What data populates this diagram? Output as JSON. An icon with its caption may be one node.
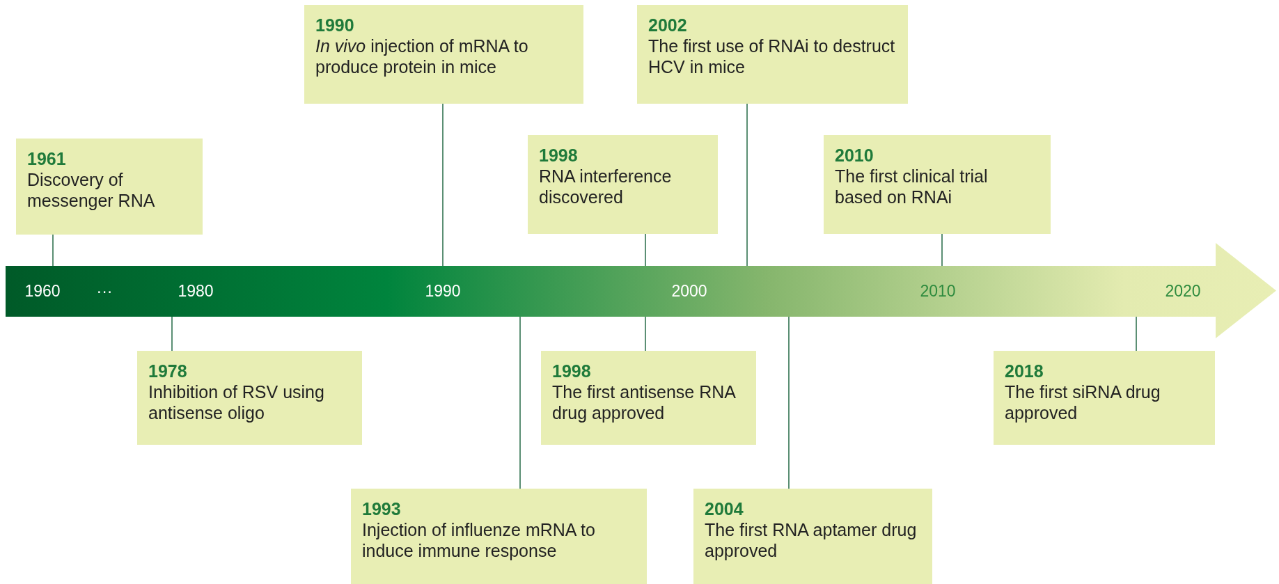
{
  "diagram": {
    "nodes": [
      {
        "text": [
          "1961",
          "Discovery of messenger RNA"
        ]
      },
      {
        "text": [
          "1990",
          "*In vivo* injection of mRNA to produce protein in mice"
        ]
      },
      {
        "text": [
          "1998",
          "RNA interference discovered"
        ]
      },
      {
        "text": [
          "2002",
          "The first use of RNAi to destruct HCV in mice"
        ]
      },
      {
        "text": [
          "2010",
          "The first clinical trial based on RNAi"
        ]
      },
      {
        "text": [],
        "shape": "arrow"
      },
      {
        "text": [
          "1978",
          "Inhibition of RSV using antisense oligo"
        ]
      },
      {
        "text": [
          "1998",
          "The first antisense RNA drug approved"
        ]
      },
      {
        "text": [
          "2018",
          "The first siRNA drug approved"
        ]
      },
      {
        "text": [
          "1993",
          "Injection of influenze mRNA to induce immune response"
        ]
      },
      {
        "text": [
          "2004",
          "The first RNA aptamer drug approved"
        ]
      }
    ],
    "edges": [
      {
        "from": 0,
        "to": 5,
        "arrow": "none"
      },
      {
        "from": 1,
        "to": 5,
        "arrow": "none"
      },
      {
        "from": 2,
        "to": 5,
        "arrow": "none"
      },
      {
        "from": 3,
        "to": 5,
        "arrow": "none"
      },
      {
        "from": 4,
        "to": 5,
        "arrow": "none"
      },
      {
        "from": 6,
        "to": 5,
        "arrow": "none"
      },
      {
        "from": 7,
        "to": 5,
        "arrow": "none"
      },
      {
        "from": 8,
        "to": 5,
        "arrow": "none"
      },
      {
        "from": 9,
        "to": 5,
        "arrow": "none"
      },
      {
        "from": 10,
        "to": 5,
        "arrow": "none"
      }
    ],
    "labels": [
      "1960",
      "···",
      "1980",
      "1990",
      "2000",
      "2010",
      "2020"
    ]
  }
}
